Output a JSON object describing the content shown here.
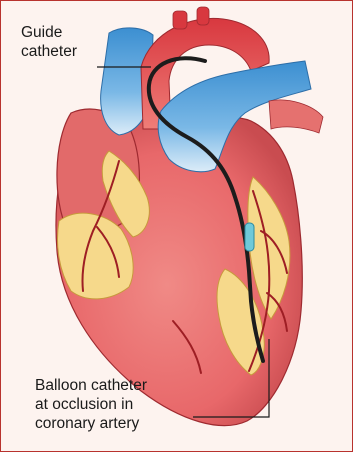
{
  "labels": {
    "guide": [
      "Guide",
      "catheter"
    ],
    "balloon": [
      "Balloon catheter",
      "at occlusion in",
      "coronary artery"
    ]
  },
  "colors": {
    "border": "#b8322e",
    "background": "#fdf3ef",
    "heart_muscle": "#e8686a",
    "heart_dark": "#c7474b",
    "vein_blue": "#5aa6df",
    "fat_yellow": "#f6d98b",
    "vessel_red": "#9e1e24",
    "catheter": "#1c1c1c",
    "balloon": "#6fc9d9"
  }
}
